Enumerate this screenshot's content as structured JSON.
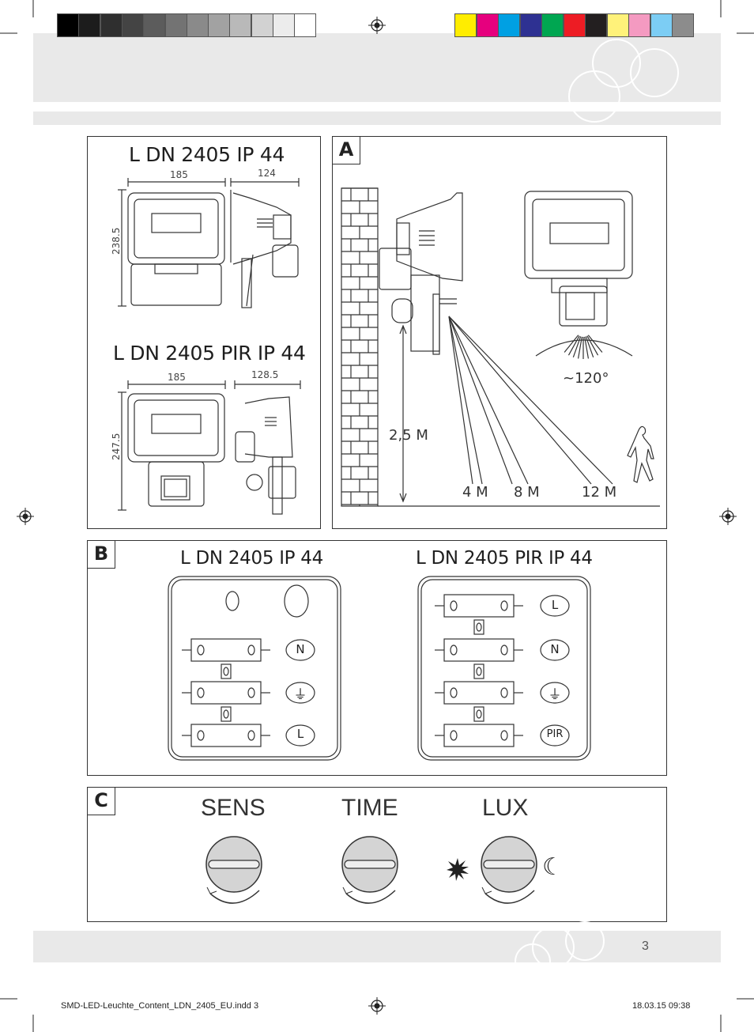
{
  "print_marks": {
    "gray_swatches": [
      "#000000",
      "#1c1c1c",
      "#2f2f2f",
      "#444444",
      "#5c5c5c",
      "#737373",
      "#8a8a8a",
      "#a2a2a2",
      "#b9b9b9",
      "#d2d2d2",
      "#ececec",
      "#ffffff"
    ],
    "color_swatches": [
      "#ffed00",
      "#e6007e",
      "#00a0e3",
      "#2e3192",
      "#00a651",
      "#ed1c24",
      "#231f20",
      "#fff27a",
      "#f49ac1",
      "#7ccdf4",
      "#8c8c8c"
    ],
    "registration_icon": "crosshair-circle-icon"
  },
  "panel_dimensions": {
    "model_ip_title": "L DN 2405 IP 44",
    "model_ip_width": "185",
    "model_ip_depth": "124",
    "model_ip_height": "238.5",
    "model_pir_title": "L DN 2405 PIR IP 44",
    "model_pir_width": "185",
    "model_pir_depth": "128.5",
    "model_pir_height": "247.5"
  },
  "panel_a": {
    "label": "A",
    "height": "2,5 M",
    "angle": "~120°",
    "distances": [
      "4 M",
      "8 M",
      "12 M"
    ]
  },
  "panel_b": {
    "label": "B",
    "left_title": "L DN 2405 IP 44",
    "right_title": "L DN 2405 PIR IP 44",
    "left_terminals": [
      "N",
      "⏚",
      "L"
    ],
    "right_terminals": [
      "L",
      "N",
      "⏚",
      "PIR"
    ]
  },
  "panel_c": {
    "label": "C",
    "knobs": [
      "SENS",
      "TIME",
      "LUX"
    ],
    "lux_icons": [
      "sun-icon",
      "moon-icon"
    ]
  },
  "page_number": "3",
  "footer": {
    "file": "SMD-LED-Leuchte_Content_LDN_2405_EU.indd   3",
    "date": "18.03.15   09:38"
  }
}
